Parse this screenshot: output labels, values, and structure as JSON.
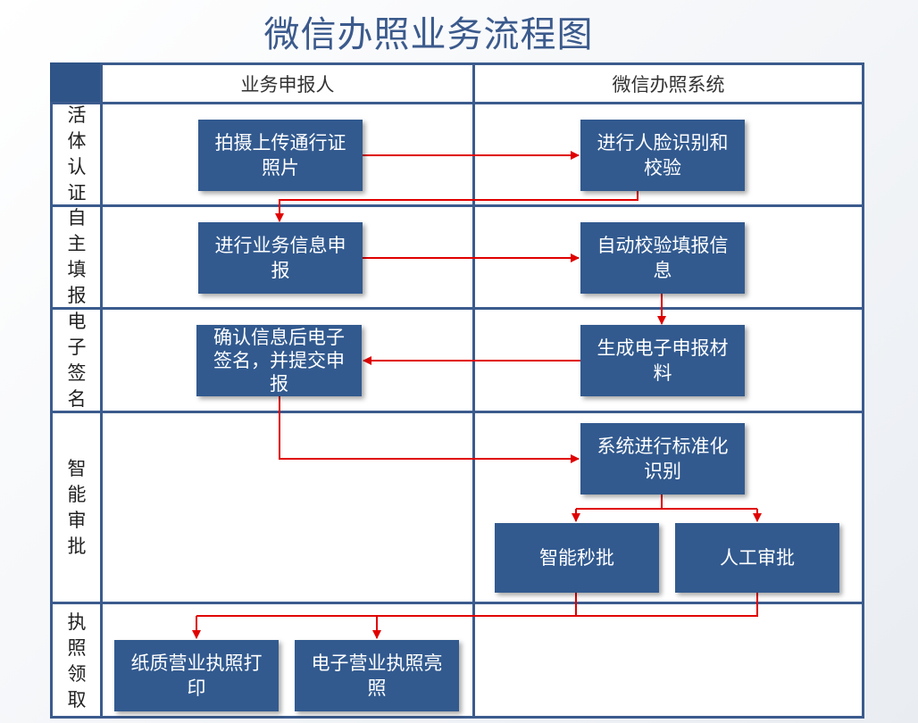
{
  "title": "微信办照业务流程图",
  "columns": [
    "业务申报人",
    "微信办照系统"
  ],
  "lanes": [
    "活体认证",
    "自主填报",
    "电子签名",
    "智能审批",
    "执照领取"
  ],
  "steps": {
    "upload_photo": "拍摄上传通行证照片",
    "face_recog": "进行人脸识别和校验",
    "fill_business": "进行业务信息申报",
    "auto_verify": "自动校验填报信息",
    "confirm_sign": "确认信息后电子签名，并提交申报",
    "gen_material": "生成电子申报材料",
    "std_recog": "系统进行标准化识别",
    "smart_approve": "智能秒批",
    "manual_approve": "人工审批",
    "paper_print": "纸质营业执照打印",
    "e_license": "电子营业执照亮照"
  },
  "colors": {
    "box": "#325a8f",
    "grid": "#3b5b8d",
    "arrow": "#e00000",
    "title": "#3b5a8c"
  }
}
